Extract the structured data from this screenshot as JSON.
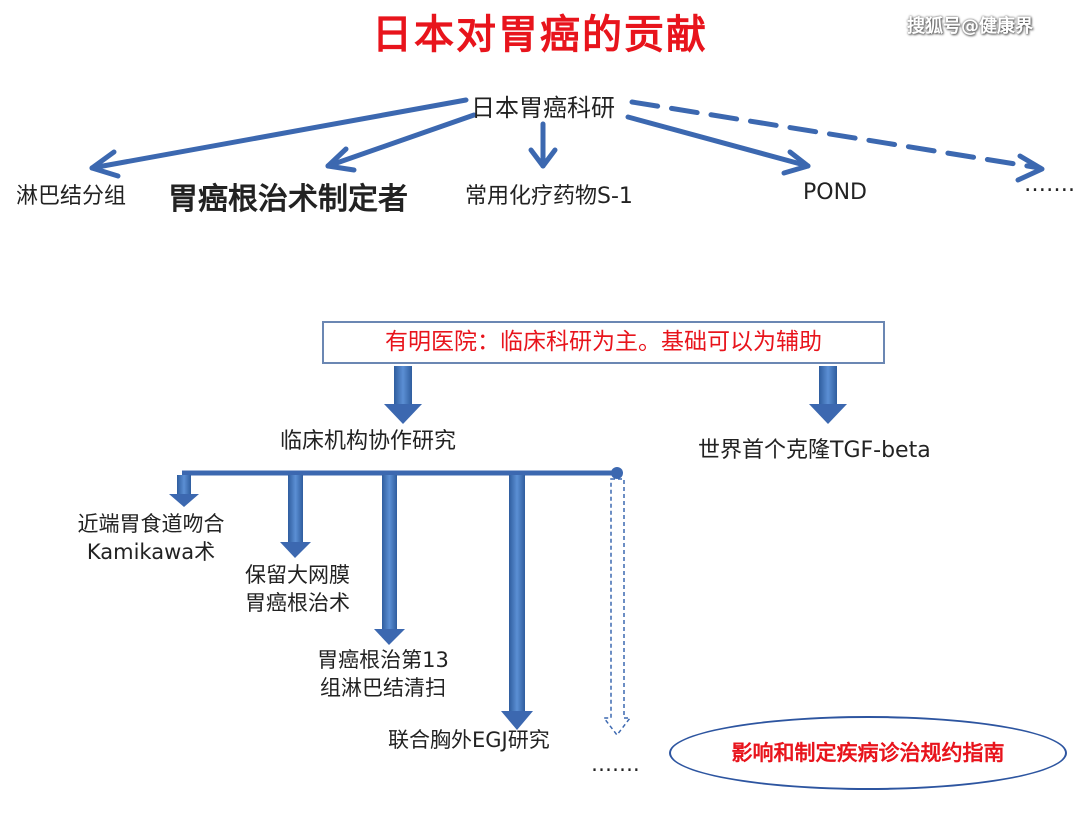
{
  "title": "日本对胃癌的贡献",
  "watermark": "搜狐号@健康界",
  "top": {
    "root": "日本胃癌科研",
    "children": [
      "淋巴结分组",
      "胃癌根治术制定者",
      "常用化疗药物S-1",
      "POND",
      "……."
    ]
  },
  "bottom": {
    "header": "有明医院：临床科研为主。基础可以为辅助",
    "left_node": "临床机构协作研究",
    "right_node": "世界首个克隆TGF-beta",
    "branches": [
      [
        "近端胃食道吻合",
        "Kamikawa术"
      ],
      [
        "保留大网膜",
        "胃癌根治术"
      ],
      [
        "胃癌根治第13",
        "组淋巴结清扫"
      ],
      [
        "联合胸外EGJ研究"
      ],
      [
        "……."
      ]
    ],
    "conclusion": "影响和制定疾病诊治规约指南"
  },
  "colors": {
    "title": "#e8141c",
    "arrow": "#3c68b0",
    "header_text": "#e8141c",
    "conclusion_text": "#e8141c"
  }
}
